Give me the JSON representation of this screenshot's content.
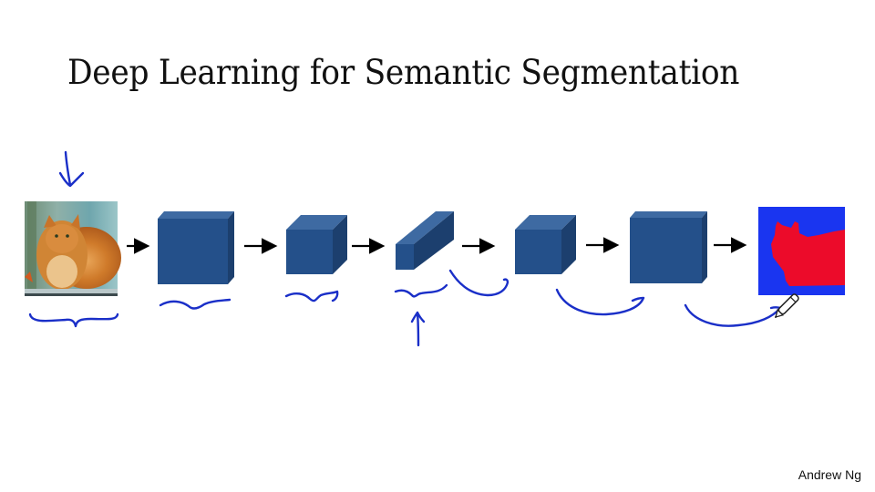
{
  "slide": {
    "title": "Deep Learning for Semantic Segmentation",
    "credit": "Andrew Ng"
  },
  "diagram": {
    "input": {
      "label": "input-image",
      "subject": "cat"
    },
    "stages": [
      {
        "name": "conv-block-1",
        "shape": "large-cube"
      },
      {
        "name": "conv-block-2",
        "shape": "medium-cube"
      },
      {
        "name": "bottleneck",
        "shape": "thin-deep-block"
      },
      {
        "name": "deconv-block-1",
        "shape": "medium-cube"
      },
      {
        "name": "deconv-block-2",
        "shape": "large-cube"
      }
    ],
    "output": {
      "label": "segmentation-mask",
      "classes": [
        "background",
        "cat"
      ]
    },
    "colors": {
      "cube_front": "#24508a",
      "cube_top": "#3e6aa2",
      "cube_side": "#1c3f6e",
      "ink": "#1a2fc8",
      "mask_background": "#1a35f0",
      "mask_foreground": "#ec0b2a"
    },
    "annotations": [
      "input-down-arrow",
      "bottleneck-up-arrow",
      "skip-curve-1",
      "skip-curve-2",
      "skip-curve-3"
    ],
    "cursor": "pen-icon"
  }
}
